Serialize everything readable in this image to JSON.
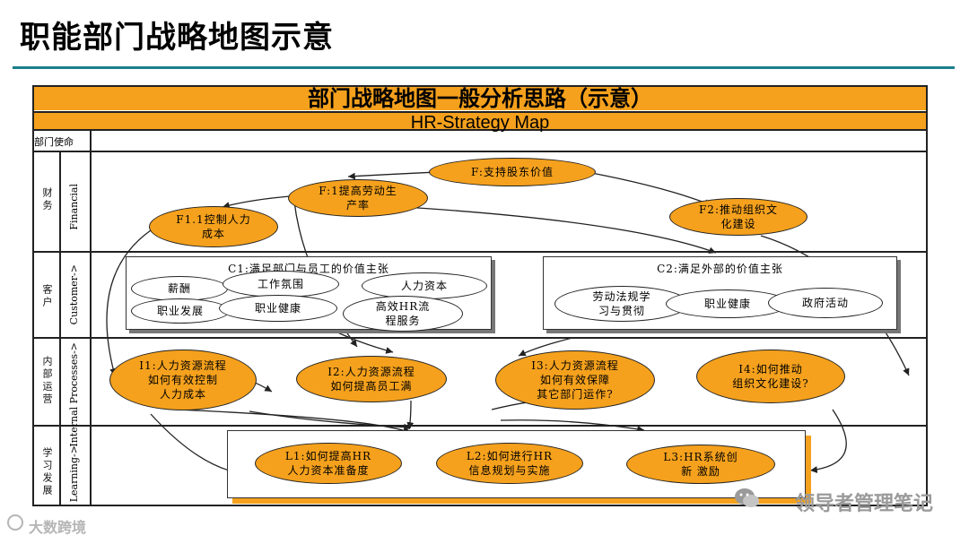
{
  "page": {
    "title": "职能部门战略地图示意"
  },
  "map": {
    "heading": "部门战略地图一般分析思路（示意）",
    "subheading": "HR-Strategy   Map",
    "mission_label": "部门使命",
    "rows": [
      {
        "cn": "财务",
        "en": "Financial"
      },
      {
        "cn": "客户",
        "en": "Customer->"
      },
      {
        "cn": "内部运营",
        "en": "Internal  Processes->"
      },
      {
        "cn": "学习发展",
        "en": "Learning->"
      }
    ],
    "financial": {
      "f": "F:支持股东价值",
      "f1": "F:1提高劳动生\n产率",
      "f11": "F1.1控制人力\n成本",
      "f2": "F2:推动组织文\n化建设"
    },
    "customer": {
      "c1_title": "C1:满足部门与员工的价值主张",
      "c1_items": [
        "薪酬",
        "工作氛围",
        "人力资本",
        "职业发展",
        "职业健康",
        "高效HR流\n程服务"
      ],
      "c2_title": "C2:满足外部的价值主张",
      "c2_items": [
        "劳动法规学\n习与贯彻",
        "职业健康",
        "政府活动"
      ]
    },
    "internal": {
      "i1": "I1:人力资源流程\n如何有效控制\n人力成本",
      "i2": "I2:人力资源流程\n如何提高员工满",
      "i3": "I3:人力资源流程\n如何有效保障\n其它部门运作?",
      "i4": "I4:如何推动\n组织文化建设?"
    },
    "learning": {
      "l1": "L1:如何提高HR\n人力资本准备度",
      "l2": "L2:如何进行HR\n信息规划与实施",
      "l3": "L3:HR系统创\n新    激励"
    }
  },
  "watermarks": {
    "right": "领导者管理笔记",
    "bottom": "大数跨境"
  },
  "colors": {
    "accent": "#f5a11d",
    "rule": "#1b7f8c"
  },
  "icons": [
    "wechat-icon",
    "logo-icon"
  ]
}
